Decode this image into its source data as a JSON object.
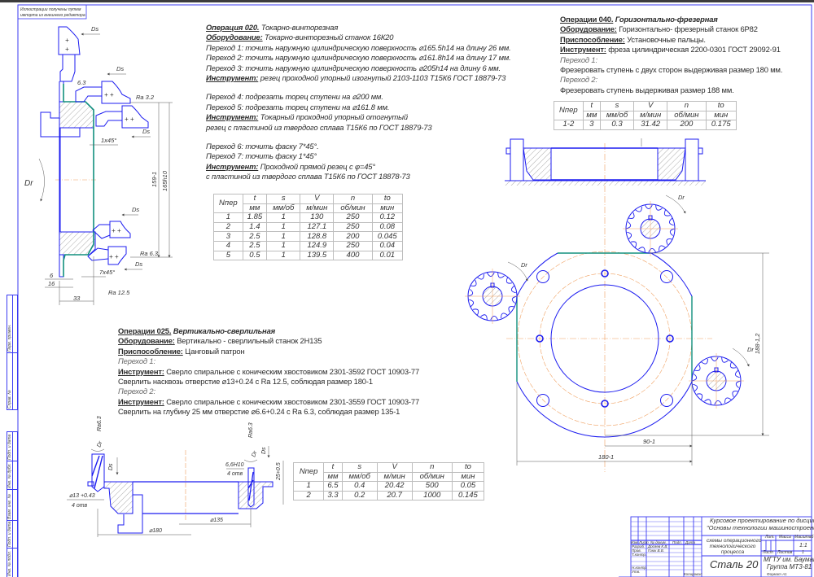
{
  "colors": {
    "frame": "#3b3bf2",
    "contour": "#1c1cf0",
    "machined": "#12907e",
    "axis": "#f0a060",
    "text": "#2a2a2a"
  },
  "stamp_top_left": [
    "Иллюстрации получены путем",
    "импорта из внешнего редактора"
  ],
  "op020": {
    "lines": [
      {
        "b": "Операция 020.",
        "t": " Токарно-винторезная"
      },
      {
        "b": "Оборудование:",
        "t": " Токарно-винторезный станок 16К20"
      },
      {
        "t": "Переход 1: точить наружную цилиндрическую поверхность ⌀165.5h14 на длину 26 мм."
      },
      {
        "t": "Переход 2: точить наружную цилиндрическую поверхность ⌀161.8h14 на длину 17 мм."
      },
      {
        "t": "Переход 3: точить наружную цилиндрическую поверхность ⌀205h14 на длину 6 мм."
      },
      {
        "b": "Инструмент:",
        "t": " резец проходной упорный изогнутый 2103-1103 Т15К6 ГОСТ 18879-73"
      },
      {
        "gap": true
      },
      {
        "t": "Переход 4: подрезать торец ступени на ⌀200 мм."
      },
      {
        "t": "Переход 5: подрезать торец ступени на ⌀161.8 мм."
      },
      {
        "b": "Инструмент:",
        "t": " Токарный проходной упорный отогнутый"
      },
      {
        "t": "резец с пластиной из твердого сплава Т15К6 по ГОСТ 18879-73"
      },
      {
        "gap": true
      },
      {
        "t": "Переход 6: точить фаску 7*45°."
      },
      {
        "t": "Переход 7: точить фаску 1*45°"
      },
      {
        "b": "Инструмент:",
        "t": " Проходной прямой резец с φ=45°"
      },
      {
        "t": "с пластиной из твердого сплава Т15К6 по ГОСТ 18878-73"
      }
    ],
    "table": {
      "header": [
        "Nпер",
        "t",
        "s",
        "V",
        "n",
        "to"
      ],
      "units": [
        "мм",
        "мм/об",
        "м/мин",
        "об/мин",
        "мин"
      ],
      "rows": [
        [
          "1",
          "1.85",
          "1",
          "130",
          "250",
          "0.12"
        ],
        [
          "2",
          "1.4",
          "1",
          "127.1",
          "250",
          "0.08"
        ],
        [
          "3",
          "2.5",
          "1",
          "128.8",
          "200",
          "0.045"
        ],
        [
          "4",
          "2.5",
          "1",
          "124.9",
          "250",
          "0.04"
        ],
        [
          "5",
          "0.5",
          "1",
          "139.5",
          "400",
          "0.01"
        ]
      ]
    }
  },
  "op040": {
    "lines": [
      {
        "b": "Операции 040.",
        "bt": " Горизонтально-фрезерная"
      },
      {
        "b": "Оборудование:",
        "t": " Горизонтально- фрезерный станок 6Р82"
      },
      {
        "b": "Приспособление:",
        "t": " Установочные пальцы."
      },
      {
        "b": "Инструмент:",
        "t": " фреза цилиндрическая 2200-0301 ГОСТ 29092-91"
      },
      {
        "i": "Переход 1:"
      },
      {
        "t": "Фрезеровать ступень с двух сторон выдерживая размер 180 мм."
      },
      {
        "i": "Переход 2:"
      },
      {
        "t": "Фрезеровать ступень выдерживая размер 188 мм."
      }
    ],
    "table": {
      "header": [
        "Nпер",
        "t",
        "s",
        "V",
        "n",
        "to"
      ],
      "units": [
        "мм",
        "мм/об",
        "м/мин",
        "об/мин",
        "мин"
      ],
      "rows": [
        [
          "1-2",
          "3",
          "0.3",
          "31.42",
          "200",
          "0.175"
        ]
      ]
    }
  },
  "op025": {
    "lines": [
      {
        "b": "Операции 025.",
        "bt": " Вертикально-сверлильная"
      },
      {
        "b": "Оборудование:",
        "t": " Вертикально - сверлильный станок 2Н135"
      },
      {
        "b": "Приспособление:",
        "t": " Цанговый патрон"
      },
      {
        "i": "Переход 1:"
      },
      {
        "b": "Инструмент:",
        "t": " Сверло спиральное с коническим хвостовиком 2301-3592 ГОСТ 10903-77"
      },
      {
        "t": "Сверлить насквозь отверстие ⌀13+0.24 с Ra 12.5, соблюдая размер 180-1"
      },
      {
        "i": "Переход 2:"
      },
      {
        "b": "Инструмент:",
        "t": " Сверло спиральное с коническим хвостовиком 2301-3559 ГОСТ 10903-77"
      },
      {
        "t": "Сверлить на глубину 25 мм отверстие ⌀6.6+0.24 с Ra 6.3, соблюдая размер 135-1"
      }
    ],
    "table": {
      "header": [
        "Nпер",
        "t",
        "s",
        "V",
        "n",
        "to"
      ],
      "units": [
        "мм",
        "мм/об",
        "м/мин",
        "об/мин",
        "мин"
      ],
      "rows": [
        [
          "1",
          "6.5",
          "0.4",
          "20.42",
          "500",
          "0.05"
        ],
        [
          "2",
          "3.3",
          "0.2",
          "20.7",
          "1000",
          "0.145"
        ]
      ]
    }
  },
  "labels": {
    "ds": "Ds",
    "dr": "Dr",
    "ra63": "6.3",
    "ra32": "Ra 3.2",
    "ra63b": "Ra 6.3",
    "ra125": "Ra 12.5",
    "ch1": "1x45°",
    "ch7": "7x45°",
    "d6": "6",
    "d16": "16",
    "d33": "33",
    "d159": "159-1",
    "d165": "165h10",
    "d188": "188-1,2",
    "d90": "90-1",
    "d180": "180-1",
    "dr_ra": "Ra6.3",
    "h13": "⌀13 +0.43",
    "holes4": "4 отв",
    "h66": "6,6H10",
    "d25": "25+0.5",
    "d135": "⌀135",
    "d180b": "⌀180"
  },
  "sidebar": [
    "Перв. примен.",
    "Справ. №",
    "Подп. и дата",
    "Инв. № дубл.",
    "Взам. инв. №",
    "Подп. и дата",
    "Инв. № подл."
  ],
  "title_block": {
    "course": "Курсовое проектирование по дисциплине",
    "subject": "\"Основы технологии машиностроения\"",
    "doc_title": [
      "схемы операционного",
      "технологического",
      "процесса"
    ],
    "material": "Сталь 20",
    "org": "МГТУ им. Баумана",
    "group": "Группа МТ3-81",
    "lit": "Лит.",
    "mass": "Масса",
    "scale": "Масштаб",
    "scale_val": "1:1",
    "sheet": "Лист",
    "sheets": "Листов",
    "sheets_val": "1",
    "cols": [
      "Изм.",
      "Лист",
      "№ докум.",
      "Подп.",
      "Дата"
    ],
    "roles": [
      "Разраб.",
      "Пров.",
      "Т.контр.",
      "Н.контр.",
      "Утв."
    ],
    "names": [
      "Досяев К.В.",
      "Гоюк В.В."
    ],
    "copied": "Копировал",
    "format": "Формат   А1"
  }
}
